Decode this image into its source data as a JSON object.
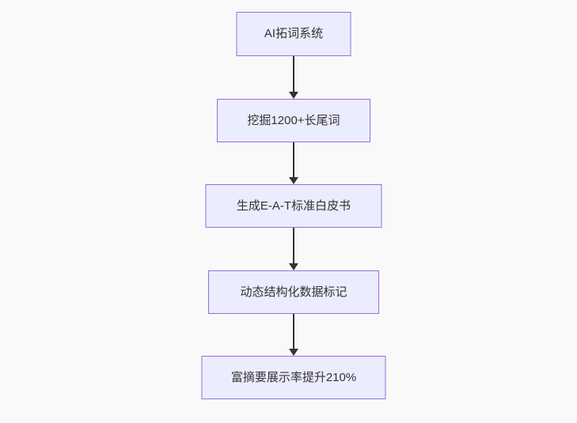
{
  "diagram": {
    "type": "flowchart",
    "direction": "top-down",
    "nodes": [
      {
        "id": "n1",
        "label": "AI拓词系统"
      },
      {
        "id": "n2",
        "label": "挖掘1200+长尾词"
      },
      {
        "id": "n3",
        "label": "生成E-A-T标准白皮书"
      },
      {
        "id": "n4",
        "label": "动态结构化数据标记"
      },
      {
        "id": "n5",
        "label": "富摘要展示率提升210%"
      }
    ],
    "edges": [
      {
        "from": "n1",
        "to": "n2"
      },
      {
        "from": "n2",
        "to": "n3"
      },
      {
        "from": "n3",
        "to": "n4"
      },
      {
        "from": "n4",
        "to": "n5"
      }
    ],
    "colors": {
      "node_fill": "#ECECFF",
      "node_border": "#9370DB",
      "edge": "#333333",
      "text": "#333333",
      "background": "#F9F9F9"
    }
  }
}
